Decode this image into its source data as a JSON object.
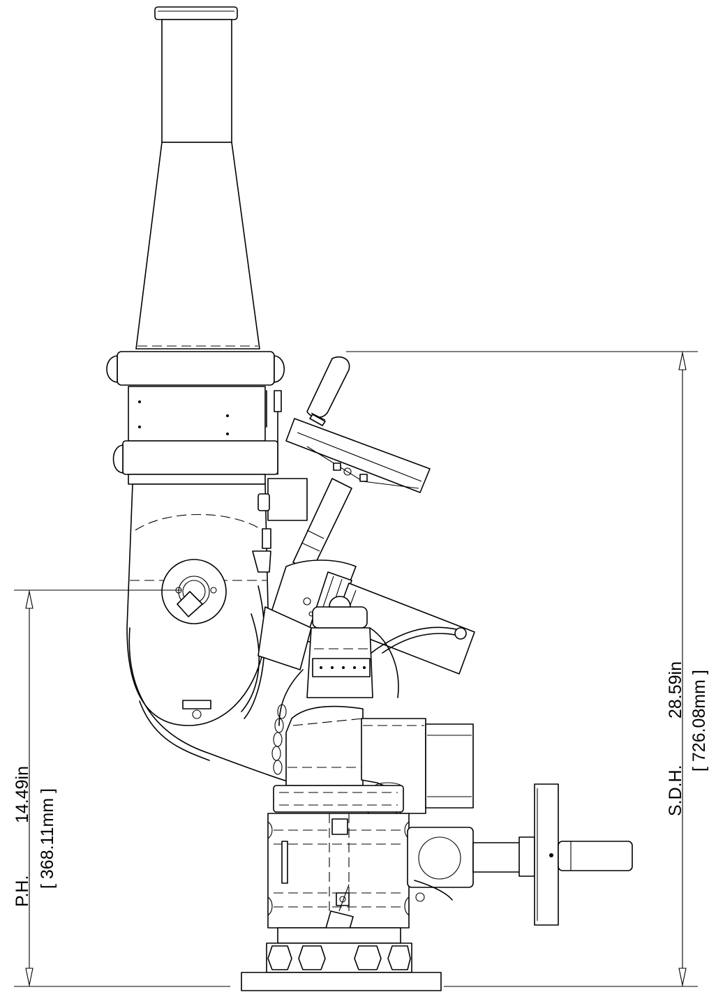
{
  "dimensions": {
    "ph": {
      "label": "P.H.",
      "inches": "14.49in",
      "mm": "[ 368.11mm ]"
    },
    "sdh": {
      "label": "S.D.H.",
      "inches": "28.59in",
      "mm": "[ 726.08mm ]"
    }
  }
}
